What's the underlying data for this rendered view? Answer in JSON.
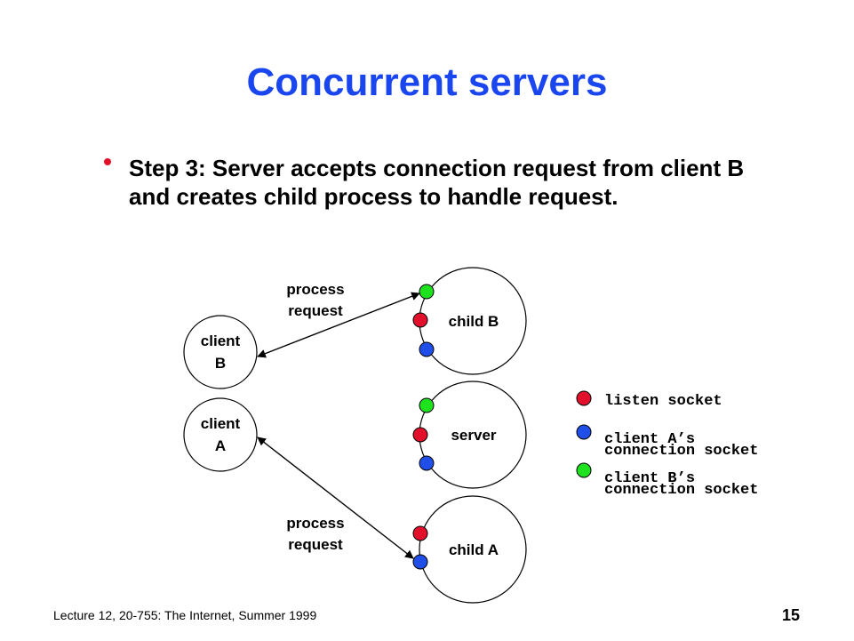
{
  "slide": {
    "title": "Concurrent servers",
    "bullet": "Step 3: Server accepts connection request from client B and creates child process to handle request.",
    "footer": "Lecture 12, 20-755: The Internet, Summer 1999",
    "page_number": "15"
  },
  "diagram": {
    "client_b": [
      "client",
      "B"
    ],
    "client_a": [
      "client",
      "A"
    ],
    "child_b": "child B",
    "server": "server",
    "child_a": "child A",
    "top_arrow_label": [
      "process",
      "request"
    ],
    "bottom_arrow_label": [
      "process",
      "request"
    ]
  },
  "legend": {
    "listen": "listen socket",
    "client_a": [
      "client A’s",
      "connection socket"
    ],
    "client_b": [
      "client B’s",
      "connection socket"
    ]
  },
  "colors": {
    "title": "#1a46f0",
    "listen_socket": "#e3102b",
    "client_a_socket": "#1f4ee8",
    "client_b_socket": "#1ee21e"
  }
}
